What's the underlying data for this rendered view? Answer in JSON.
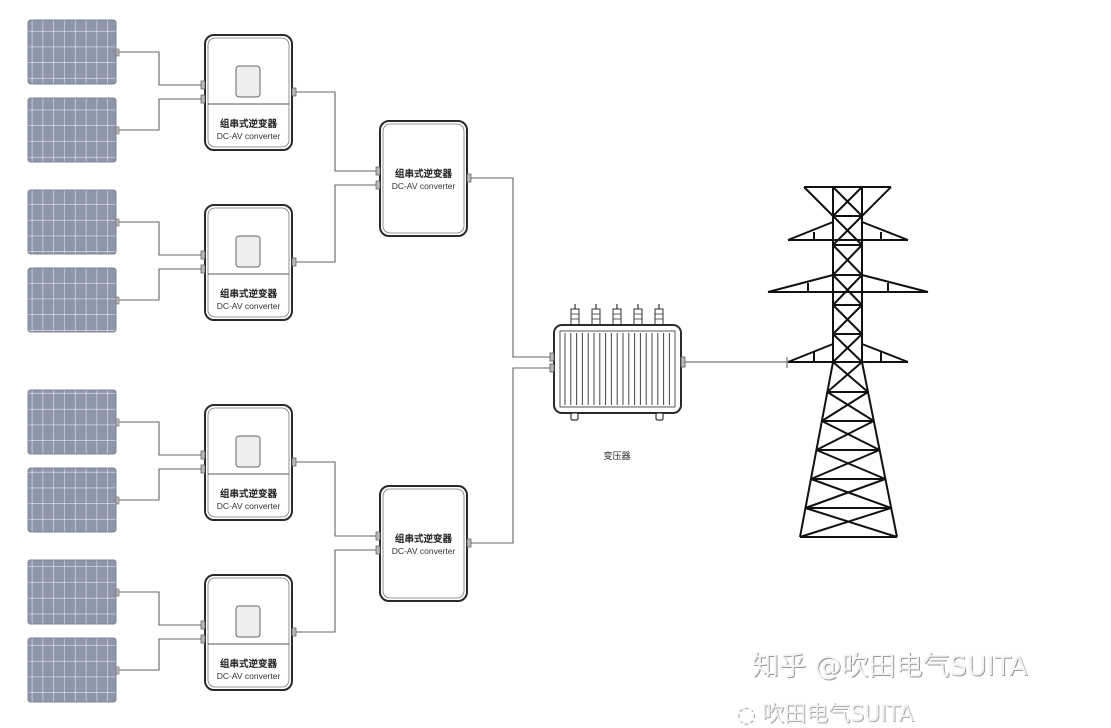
{
  "diagram": {
    "title": "String inverter PV system topology",
    "colors": {
      "panel_fill": "#8d96a8",
      "panel_grid": "#e4e7ee",
      "line": "#555555",
      "box_stroke": "#2a2a2a",
      "screen_fill": "#eeeeee"
    },
    "string_inverters": [
      {
        "label_cn": "组串式逆变器",
        "label_en": "DC-AV converter",
        "panels": 2,
        "has_screen": true
      },
      {
        "label_cn": "组串式逆变器",
        "label_en": "DC-AV converter",
        "panels": 2,
        "has_screen": true
      },
      {
        "label_cn": "组串式逆变器",
        "label_en": "DC-AV converter",
        "panels": 2,
        "has_screen": true
      },
      {
        "label_cn": "组串式逆变器",
        "label_en": "DC-AV converter",
        "panels": 2,
        "has_screen": true
      }
    ],
    "combiner_inverters": [
      {
        "label_cn": "组串式逆变器",
        "label_en": "DC-AV converter",
        "inputs": 2
      },
      {
        "label_cn": "组串式逆变器",
        "label_en": "DC-AV converter",
        "inputs": 2
      }
    ],
    "transformer": {
      "label": "变压器",
      "bushings": 5
    },
    "tower": {
      "label": "transmission-tower"
    }
  },
  "watermark": {
    "line1": "知乎 @吹田电气SUITA",
    "line2": "吹田电气SUITA"
  }
}
